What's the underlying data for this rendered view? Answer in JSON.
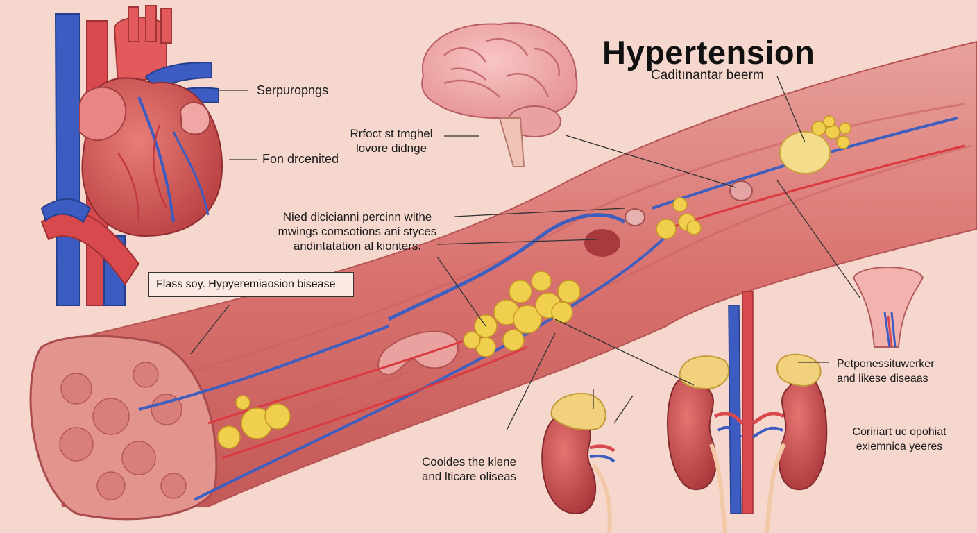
{
  "title": "Hypertension",
  "subtitle": "Caditınantar beerm",
  "labels": {
    "heart_upper": "Serpuropngs",
    "heart_lower": "Fon drcenited",
    "brain_line1": "Rrfoct st tmghel",
    "brain_line2": "lovore didnge",
    "vessel_line1": "Nied dicicianni percinn withe",
    "vessel_line2": "mwings comsotions ani styces",
    "vessel_line3": "andintatation al kionters.",
    "boxed_label": "Flass soy. Hypyeremiaosion bisease",
    "kidney_small_line1": "Cooides the klene",
    "kidney_small_line2": "and lticare oliseas",
    "kidney_pair_line1": "Petponessituwerker",
    "kidney_pair_line2": "and likese diseaas",
    "kidney_pair_line3": "Coririart uc opohiat",
    "kidney_pair_line4": "exiemnica yeeres"
  },
  "colors": {
    "background": "#f6d7cd",
    "artery_red": "#d8494e",
    "vein_blue": "#3556b8",
    "vessel_wall": "#de8a86",
    "plaque_yellow": "#f0cf4e",
    "brain_pink": "#f2aeb0",
    "kidney_red": "#c74646",
    "adrenal_yellow": "#f2d17d"
  }
}
